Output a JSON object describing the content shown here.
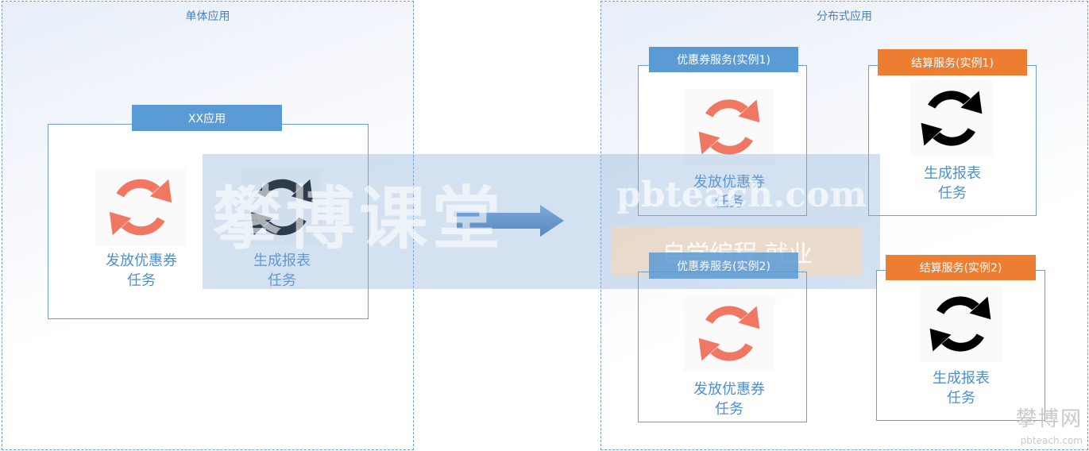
{
  "monolith": {
    "title": "单体应用",
    "app": {
      "label": "XX应用",
      "tasks": [
        {
          "lines": [
            "发放优惠券",
            "任务"
          ],
          "icon": "refresh-icon-coral",
          "color": "#f07862"
        },
        {
          "lines": [
            "生成报表",
            "任务"
          ],
          "icon": "refresh-icon-black",
          "color": "#000000"
        }
      ]
    }
  },
  "distributed": {
    "title": "分布式应用",
    "services": [
      {
        "label": "优惠券服务(实例1)",
        "tab_color": "#5b9bd5",
        "task": {
          "lines": [
            "发放优惠券",
            "任务"
          ],
          "icon": "refresh-icon-coral",
          "color": "#f07862"
        }
      },
      {
        "label": "结算服务(实例1)",
        "tab_color": "#ed7d31",
        "task": {
          "lines": [
            "生成报表",
            "任务"
          ],
          "icon": "refresh-icon-black",
          "color": "#000000"
        }
      },
      {
        "label": "优惠券服务(实例2)",
        "tab_color": "#5b9bd5",
        "task": {
          "lines": [
            "发放优惠券",
            "任务"
          ],
          "icon": "refresh-icon-coral",
          "color": "#f07862"
        }
      },
      {
        "label": "结算服务(实例2)",
        "tab_color": "#ed7d31",
        "task": {
          "lines": [
            "生成报表",
            "任务"
          ],
          "icon": "refresh-icon-black",
          "color": "#000000"
        }
      }
    ]
  },
  "watermark": {
    "big": "攀博课堂",
    "url": "pbteach.com",
    "slogan": "自学编程 就业",
    "corner_logo": "攀博网",
    "corner_url": "pbteach.com"
  },
  "colors": {
    "accent_blue": "#5b9bd5",
    "accent_orange": "#ed7d31",
    "label_blue": "#4d8fcf",
    "arrow_blue": "#4a82c0"
  }
}
